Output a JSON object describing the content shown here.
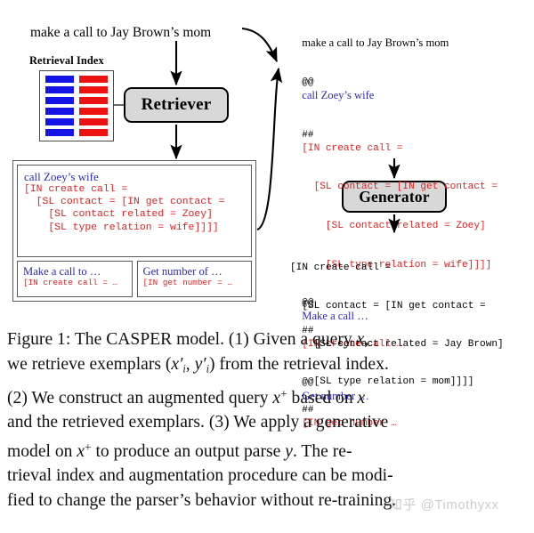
{
  "figure": {
    "query": "make a call to Jay Brown’s mom",
    "retrieval_index": {
      "label": "Retrieval Index",
      "rows": 6,
      "bar_colors": {
        "left": "#1414e6",
        "right": "#ee1111"
      }
    },
    "retriever": {
      "label": "Retriever"
    },
    "generator": {
      "label": "Generator"
    },
    "exemplars": {
      "main": {
        "utterance": "call Zoey’s wife",
        "parse_lines": [
          "[IN create call =",
          "  [SL contact = [IN get contact =",
          "    [SL contact related = Zoey]",
          "    [SL type relation = wife]]]]"
        ]
      },
      "small": [
        {
          "utterance": "Make a call to …",
          "parse": "[IN create call = …"
        },
        {
          "utterance": "Get number of …",
          "parse": "[IN get number = …"
        }
      ]
    },
    "augmented_query": {
      "lines": [
        {
          "mark": "",
          "text": "make a call to Jay Brown’s mom",
          "style": "plain"
        },
        {
          "mark": "@@",
          "text": "call Zoey’s wife",
          "style": "utt"
        },
        {
          "mark": "##",
          "text": "[IN create call =",
          "style": "parse"
        },
        {
          "mark": "",
          "text": "  [SL contact = [IN get contact =",
          "style": "parse"
        },
        {
          "mark": "",
          "text": "    [SL contact related = Zoey]",
          "style": "parse"
        },
        {
          "mark": "",
          "text": "    [SL type relation = wife]]]]",
          "style": "parse"
        },
        {
          "mark": "@@",
          "text": "Make a call …",
          "mark2": "##",
          "text2": "[IN create call …",
          "style": "mixed"
        },
        {
          "mark": "@@",
          "text": "Get number …",
          "mark2": "##",
          "text2": "[IN get number …",
          "style": "mixed"
        }
      ]
    },
    "output_parse": {
      "lines": [
        "[IN create call =",
        "  [SL contact = [IN get contact =",
        "    [SL contact related = Jay Brown]",
        "    [SL type relation = mom]]]]"
      ]
    }
  },
  "caption": {
    "lines": [
      [
        {
          "t": "Figure 1:  The CASPER model.  (1) Given a query "
        },
        {
          "t": "x",
          "m": 1
        },
        {
          "t": ","
        }
      ],
      [
        {
          "t": "we retrieve exemplars ("
        },
        {
          "t": "x",
          "m": 1
        },
        {
          "t": "′",
          "m": 1
        },
        {
          "t": "i",
          "sub": 1
        },
        {
          "t": ", "
        },
        {
          "t": "y",
          "m": 1
        },
        {
          "t": "′",
          "m": 1
        },
        {
          "t": "i",
          "sub": 1
        },
        {
          "t": ") from the retrieval index."
        }
      ],
      [
        {
          "t": "(2) We construct an augmented query "
        },
        {
          "t": "x",
          "m": 1
        },
        {
          "t": "+",
          "sup": 1
        },
        {
          "t": " based on "
        },
        {
          "t": "x",
          "m": 1
        }
      ],
      [
        {
          "t": "and the retrieved exemplars. (3) We apply a generative"
        }
      ],
      [
        {
          "t": "model on "
        },
        {
          "t": "x",
          "m": 1
        },
        {
          "t": "+",
          "sup": 1
        },
        {
          "t": " to produce an output parse "
        },
        {
          "t": "y",
          "m": 1
        },
        {
          "t": ".  The re-"
        }
      ],
      [
        {
          "t": "trieval index and augmentation procedure can be modi-"
        }
      ],
      [
        {
          "t": "fied to change the parser’s behavior without re-training."
        }
      ]
    ]
  },
  "watermark": {
    "text": "知乎 @Timothyxx"
  }
}
